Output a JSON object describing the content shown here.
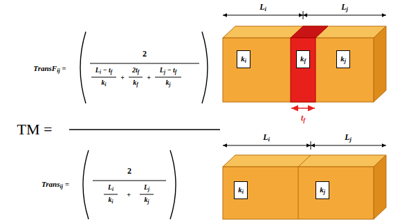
{
  "diagram": {
    "nodes": [
      {
        "text": [
          "ki"
        ]
      },
      {
        "text": [
          "kf"
        ]
      },
      {
        "text": [
          "kj"
        ]
      },
      {
        "text": [
          "ki"
        ]
      },
      {
        "text": [
          "kj"
        ]
      }
    ],
    "labels": [
      "TM =",
      "TransFij =",
      "2",
      "Li − tf",
      "ki",
      "+",
      "2tf",
      "kf",
      "+",
      "Lj − tf",
      "kj",
      "Transij =",
      "2",
      "Li",
      "ki",
      "+",
      "Lj",
      "kj",
      "Li",
      "Lj",
      "tf",
      "Li",
      "Lj"
    ]
  }
}
